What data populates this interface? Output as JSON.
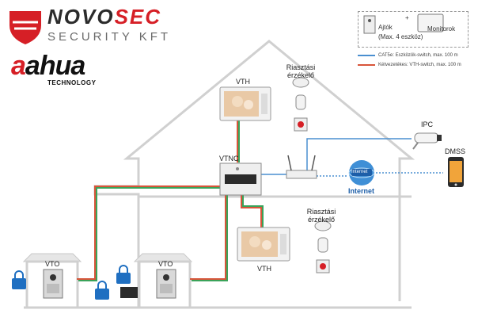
{
  "brand": {
    "name_part1": "NOVO",
    "name_part2": "SEC",
    "subtitle": "SECURITY KFT",
    "partner_logo": "ahua",
    "partner_sub": "TECHNOLOGY"
  },
  "legend": {
    "doors_label": "Ajtók",
    "plus": "+",
    "monitors_label": "Monitorok",
    "max_devices": "(Max. 4 eszköz)",
    "cat5e_line": "CAT5e: Eszközök-switch, max. 100 m",
    "two_wire_line": "Kétvezetékes: VTH-switch, max. 100 m",
    "cat5e_color": "#4a8fd0",
    "two_wire_color": "#d8553a"
  },
  "labels": {
    "vth_top": "VTH",
    "vth_bottom": "VTH",
    "alarm_top_1": "Riasztási",
    "alarm_top_2": "érzékelő",
    "alarm_bottom_1": "Riasztási",
    "alarm_bottom_2": "érzékelő",
    "vtnc": "VTNC",
    "ipc": "IPC",
    "dmss": "DMSS",
    "internet_globe": "Internet",
    "internet": "Internet",
    "vto_left": "VTO",
    "vto_right": "VTO"
  },
  "colors": {
    "house_outline": "#cfcfcf",
    "brand_red": "#d61f26",
    "lock_blue": "#1f6fc1",
    "green_wire": "#3aa35a"
  }
}
